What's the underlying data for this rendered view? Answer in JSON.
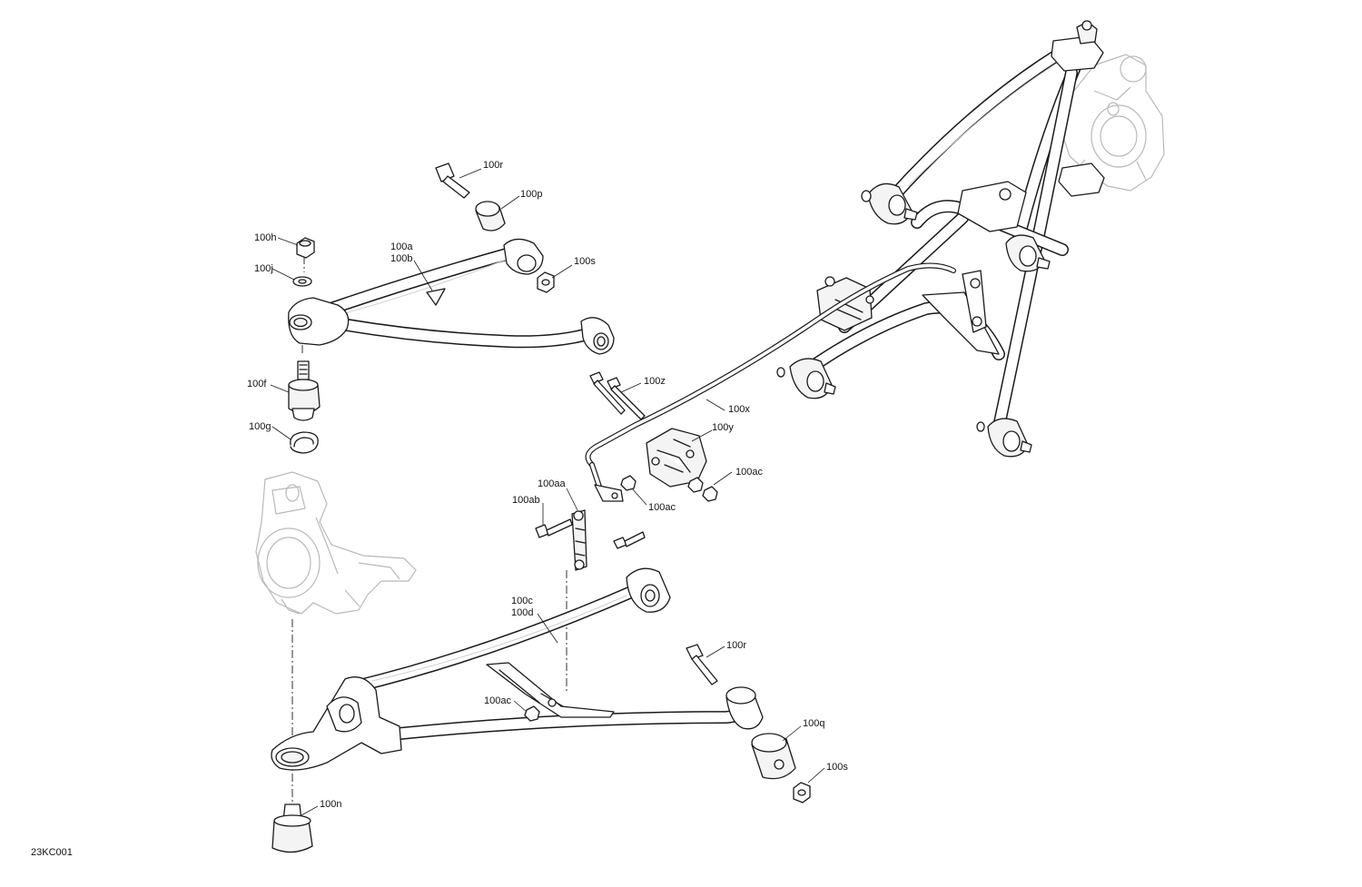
{
  "figure_id": "23KC001",
  "callouts": {
    "c100r_top": "100r",
    "c100p": "100p",
    "c100h": "100h",
    "c100a_b": [
      "100a",
      "100b"
    ],
    "c100s_top": "100s",
    "c100j": "100j",
    "c100f": "100f",
    "c100g": "100g",
    "c100z": "100z",
    "c100x": "100x",
    "c100y": "100y",
    "c100ac_right": "100ac",
    "c100aa": "100aa",
    "c100ac_mid": "100ac",
    "c100ab": "100ab",
    "c100c_d": [
      "100c",
      "100d"
    ],
    "c100r_bottom": "100r",
    "c100ac_bottom": "100ac",
    "c100q": "100q",
    "c100s_bottom": "100s",
    "c100n": "100n"
  }
}
